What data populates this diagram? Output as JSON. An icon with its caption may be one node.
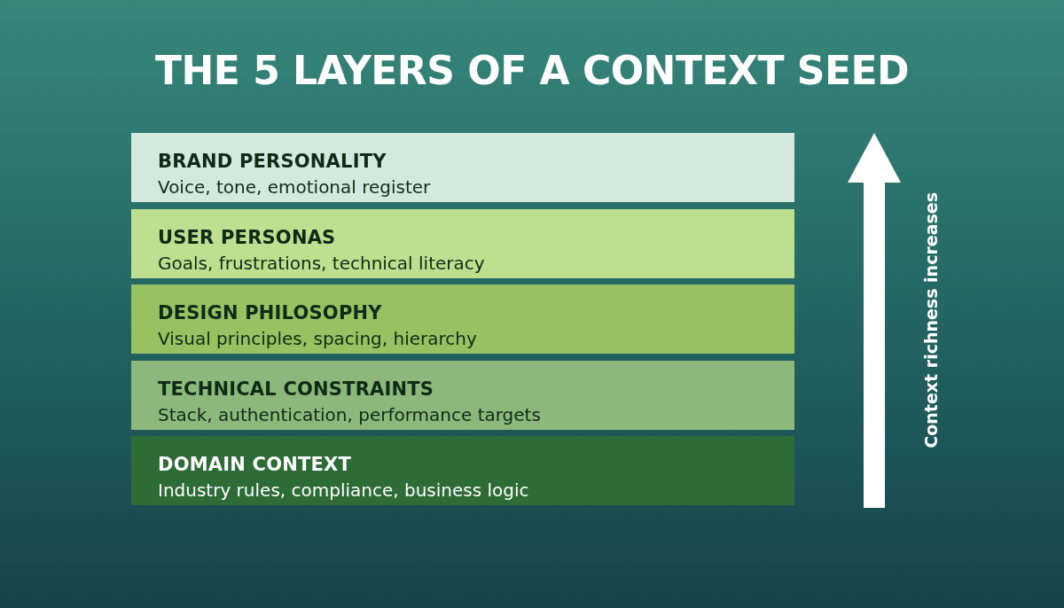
{
  "diagram": {
    "title": "THE 5 LAYERS OF A CONTEXT SEED",
    "nodes": [
      {
        "text": [
          "BRAND PERSONALITY",
          "Voice, tone, emotional register"
        ]
      },
      {
        "text": [
          "USER PERSONAS",
          "Goals, frustrations, technical literacy"
        ]
      },
      {
        "text": [
          "DESIGN PHILOSOPHY",
          "Visual principles, spacing, hierarchy"
        ]
      },
      {
        "text": [
          "TECHNICAL CONSTRAINTS",
          "Stack, authentication, performance targets"
        ]
      },
      {
        "text": [
          "DOMAIN CONTEXT",
          "Industry rules, compliance, business logic"
        ]
      }
    ],
    "labels": [
      "Context richness increases"
    ]
  }
}
